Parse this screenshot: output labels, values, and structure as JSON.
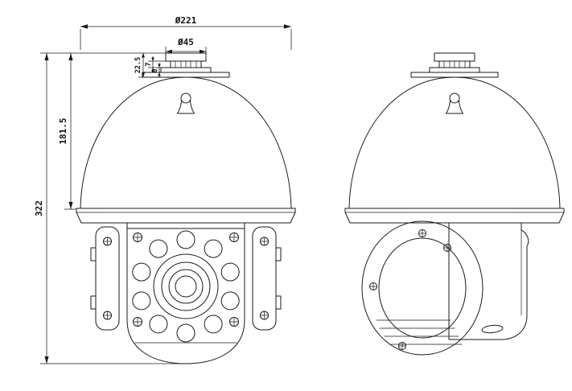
{
  "page": {
    "background": "#ffffff",
    "line_color": "#1a1a1a"
  },
  "drawing": {
    "dimensions": {
      "dome_diameter": "Ø221",
      "cap_diameter": "Ø45",
      "connector_height": "22.5",
      "collar_height": "7",
      "base_ring_height": "6",
      "dome_height": "181.5",
      "overall_height": "322"
    }
  }
}
